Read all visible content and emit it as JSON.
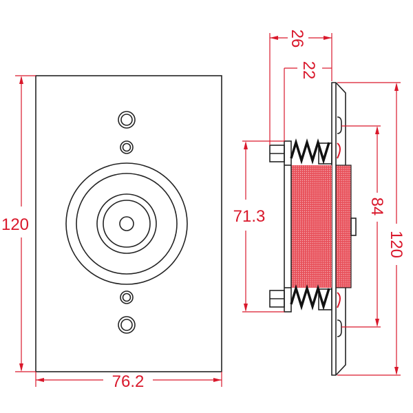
{
  "front_view": {
    "height_label": "120",
    "width_label": "76.2"
  },
  "side_view": {
    "overall_depth_label": "26",
    "body_depth_label": "22",
    "bolt_spacing_label": "71.3",
    "mount_hole_spacing_label": "84",
    "plate_height_label": "120"
  },
  "colors": {
    "dimension": "#d9182b",
    "magnet_fill": "#e8505a",
    "outline": "#222222"
  }
}
